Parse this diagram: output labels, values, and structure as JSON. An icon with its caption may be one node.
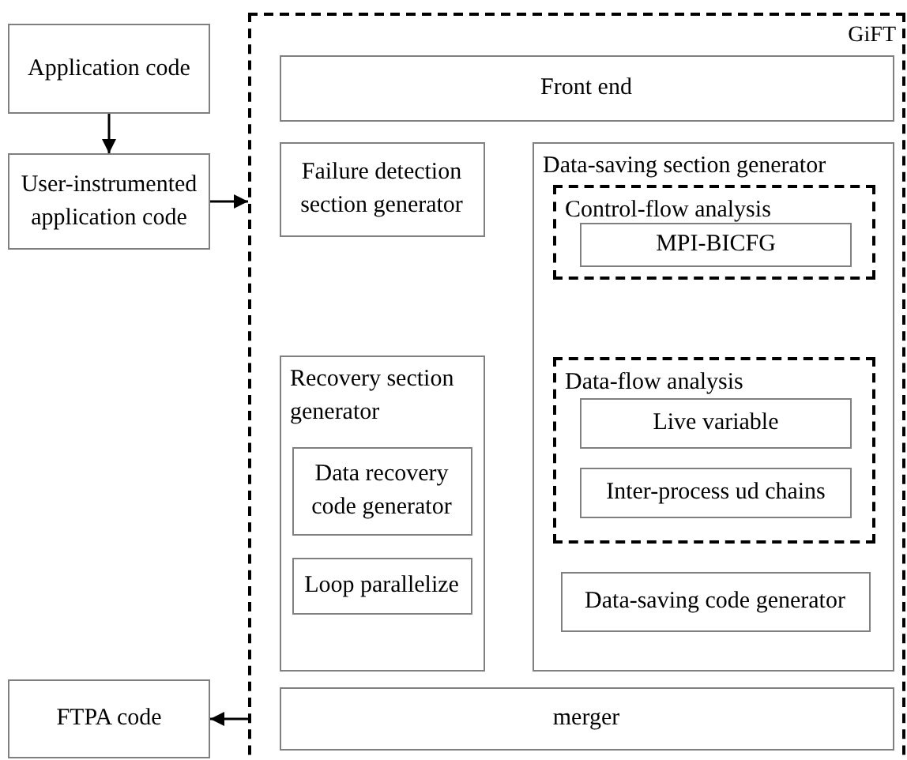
{
  "diagram": {
    "nodes": [
      {
        "text": [
          "Application code"
        ]
      },
      {
        "text": [
          "User-instrumented application code"
        ]
      },
      {
        "text": [
          "GiFT"
        ]
      },
      {
        "text": [
          "Front end"
        ],
        "in": 2
      },
      {
        "text": [
          "Failure detection section generator"
        ],
        "in": 2
      },
      {
        "text": [
          "Data-saving section generator"
        ],
        "in": 2
      },
      {
        "text": [
          "Control-flow analysis"
        ],
        "in": 5
      },
      {
        "text": [
          "MPI-BICFG"
        ],
        "in": 6
      },
      {
        "text": [
          "Data-flow analysis"
        ],
        "in": 5
      },
      {
        "text": [
          "Live variable"
        ],
        "in": 8
      },
      {
        "text": [
          "Inter-process ud chains"
        ],
        "in": 8
      },
      {
        "text": [
          "Data-saving code generator"
        ],
        "in": 5
      },
      {
        "text": [
          "Recovery section generator"
        ],
        "in": 2
      },
      {
        "text": [
          "Data recovery code generator"
        ],
        "in": 12
      },
      {
        "text": [
          "Loop parallelize"
        ],
        "in": 12
      },
      {
        "text": [
          "merger"
        ],
        "in": 2
      },
      {
        "text": [
          "FTPA code"
        ]
      }
    ],
    "edges": [
      {
        "from": 0,
        "to": 1,
        "arrow": "to"
      },
      {
        "from": 1,
        "to": 2,
        "arrow": "to"
      },
      {
        "from": 2,
        "to": 16,
        "arrow": "to"
      }
    ]
  }
}
